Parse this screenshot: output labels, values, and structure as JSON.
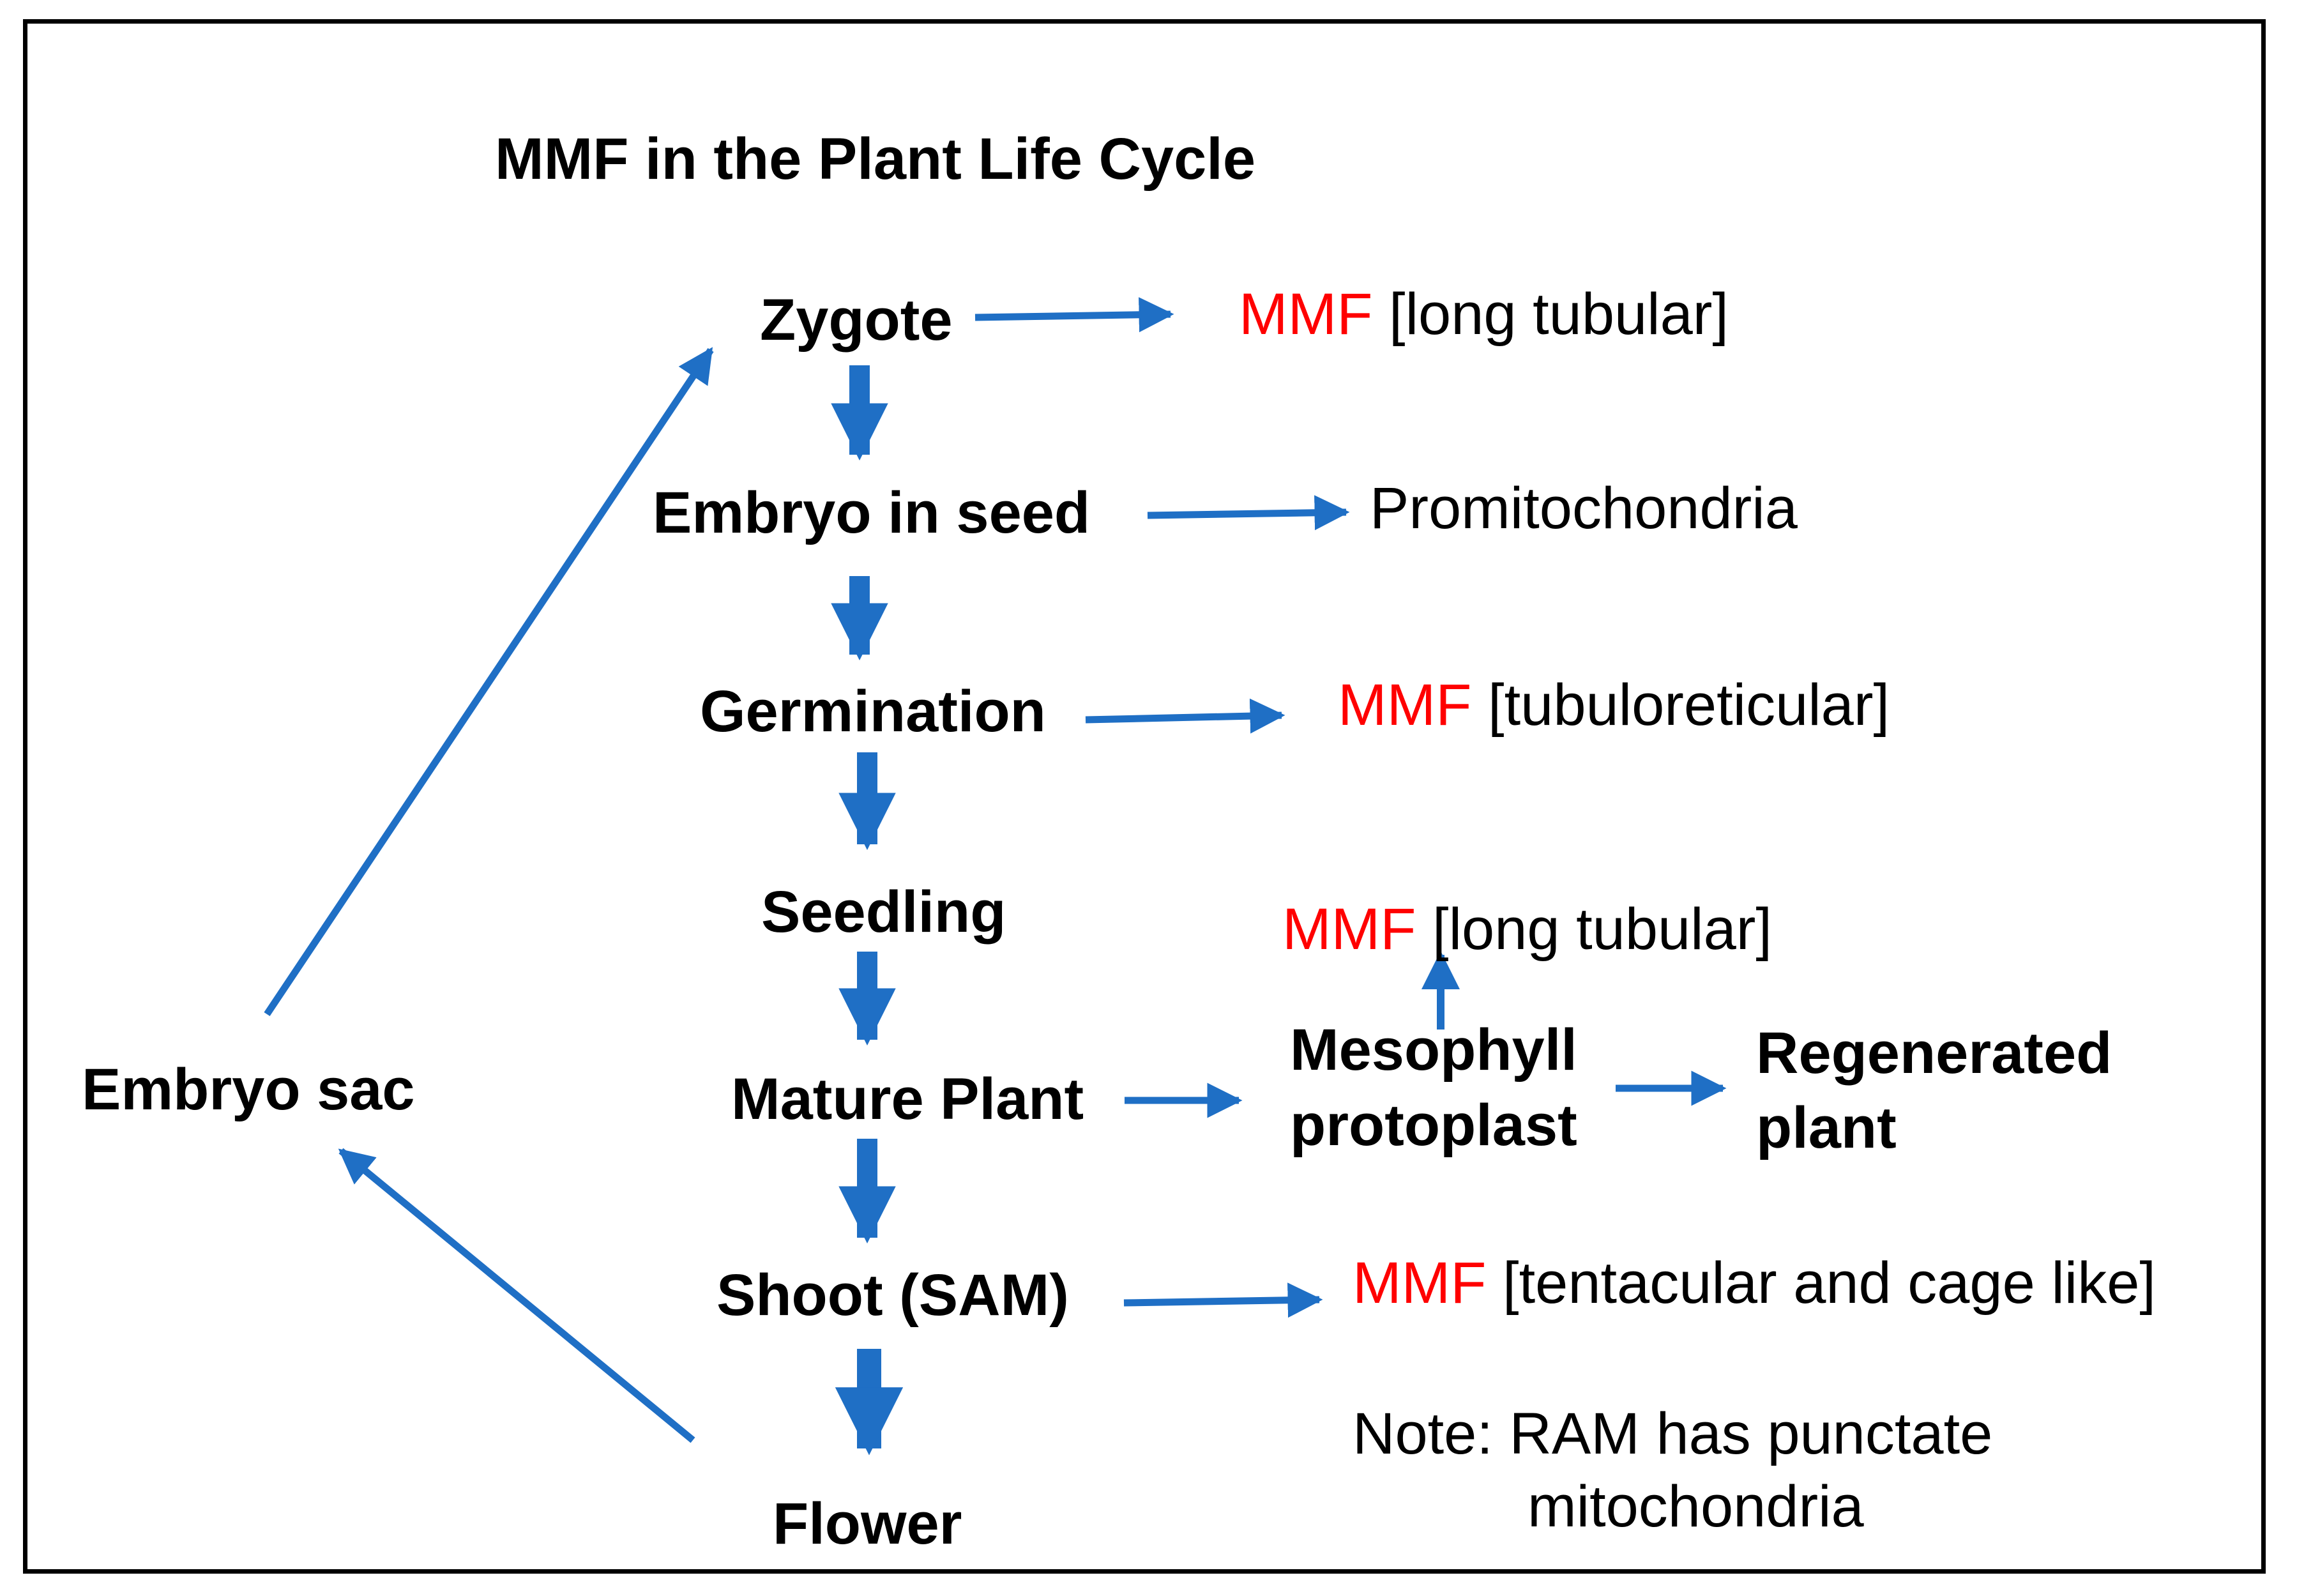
{
  "title": "MMF in the Plant Life Cycle",
  "stages": {
    "zygote": "Zygote",
    "embryo_in_seed": "Embryo in seed",
    "germination": "Germination",
    "seedling": "Seedling",
    "mature_plant": "Mature Plant",
    "shoot": "Shoot (SAM)",
    "flower": "Flower",
    "embryo_sac": "Embryo sac",
    "mesophyll_line1": "Mesophyll",
    "mesophyll_line2": "protoplast",
    "regenerated_line1": "Regenerated",
    "regenerated_line2": "plant"
  },
  "outcomes": {
    "zygote": {
      "mmf": "MMF",
      "desc": "[long tubular]"
    },
    "embryo_in_seed": {
      "desc": "Promitochondria"
    },
    "germination": {
      "mmf": "MMF",
      "desc": "[tubuloreticular]"
    },
    "mesophyll": {
      "mmf": "MMF",
      "desc": "[long tubular]"
    },
    "shoot": {
      "mmf": "MMF",
      "desc": "[tentacular and cage like]"
    }
  },
  "note": {
    "line1": "Note: RAM has punctate",
    "line2": "mitochondria"
  },
  "colors": {
    "arrow": "#1f6fc5",
    "mmf_text": "#ff0000",
    "text": "#000000"
  }
}
